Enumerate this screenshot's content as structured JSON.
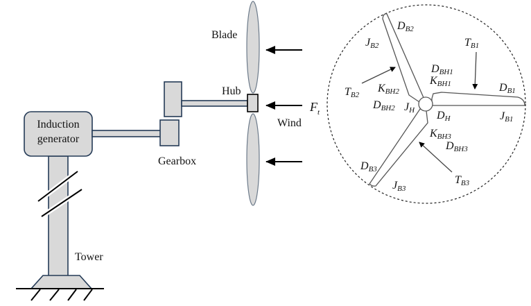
{
  "labels": {
    "blade": "Blade",
    "hub": "Hub",
    "wind": "Wind",
    "gearbox": "Gearbox",
    "generator_line1": "Induction",
    "generator_line2": "generator",
    "tower": "Tower",
    "force": {
      "main": "F",
      "sub": "t"
    }
  },
  "rotor_labels": {
    "D_B2": {
      "main": "D",
      "sub": "B2"
    },
    "J_B2": {
      "main": "J",
      "sub": "B2"
    },
    "T_B1": {
      "main": "T",
      "sub": "B1"
    },
    "D_BH1": {
      "main": "D",
      "sub": "BH1"
    },
    "K_BH1": {
      "main": "K",
      "sub": "BH1"
    },
    "D_B1": {
      "main": "D",
      "sub": "B1"
    },
    "T_B2": {
      "main": "T",
      "sub": "B2"
    },
    "K_BH2": {
      "main": "K",
      "sub": "BH2"
    },
    "D_BH2": {
      "main": "D",
      "sub": "BH2"
    },
    "J_H": {
      "main": "J",
      "sub": "H"
    },
    "D_H": {
      "main": "D",
      "sub": "H"
    },
    "J_B1": {
      "main": "J",
      "sub": "B1"
    },
    "K_BH3": {
      "main": "K",
      "sub": "BH3"
    },
    "D_BH3": {
      "main": "D",
      "sub": "BH3"
    },
    "D_B3": {
      "main": "D",
      "sub": "B3"
    },
    "J_B3": {
      "main": "J",
      "sub": "B3"
    },
    "T_B3": {
      "main": "T",
      "sub": "B3"
    }
  }
}
